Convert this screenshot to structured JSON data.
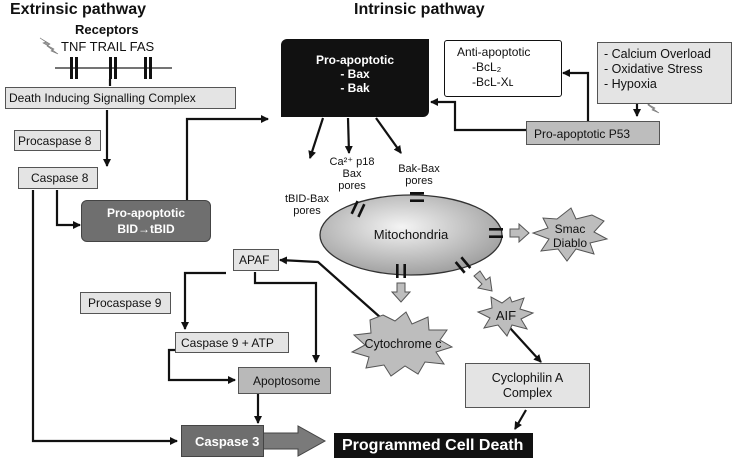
{
  "headers": {
    "extrinsic": "Extrinsic pathway",
    "intrinsic": "Intrinsic pathway"
  },
  "receptors": {
    "title": "Receptors",
    "names": "TNF TRAIL FAS"
  },
  "boxes": {
    "disc": "Death Inducing Signalling Complex",
    "procaspase8": "Procaspase 8",
    "caspase8": "Caspase 8",
    "bid_line1": "Pro-apoptotic",
    "bid_line2": "BID→tBID",
    "pro_apoptotic_title": "Pro-apoptotic",
    "pro_apoptotic_bax": "- Bax",
    "pro_apoptotic_bak": "- Bak",
    "anti_title": "Anti-apoptotic",
    "anti_bcl2": "-BcL₂",
    "anti_bclxl": "-BcL-Xʟ",
    "stress": [
      "- Calcium Overload",
      "- Oxidative Stress",
      "- Hypoxia"
    ],
    "p53": "Pro-apoptotic P53",
    "apaf": "APAF",
    "procaspase9": "Procaspase 9",
    "caspase9": "Caspase 9 + ATP",
    "apoptosome": "Apoptosome",
    "caspase3": "Caspase 3",
    "pcd": "Programmed Cell Death",
    "cyclophilin": [
      "Cyclophilin A",
      "Complex"
    ]
  },
  "pores": {
    "tbid": [
      "tBID-Bax",
      "pores"
    ],
    "ca": [
      "Ca²⁺ p18",
      "Bax",
      "pores"
    ],
    "bakbax": [
      "Bak-Bax",
      "pores"
    ]
  },
  "shapes": {
    "mitochondria": "Mitochondria",
    "smac": [
      "Smac",
      "Diablo"
    ],
    "aif": "AIF",
    "cytochrome": "Cytochrome c"
  }
}
